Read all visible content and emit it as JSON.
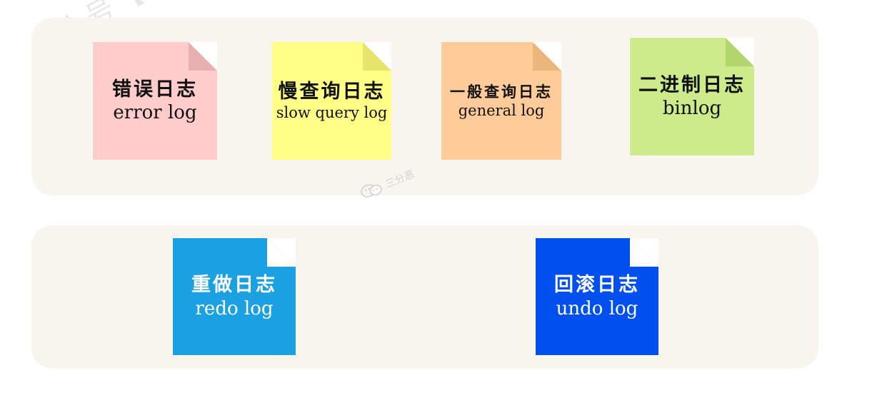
{
  "watermarks": {
    "corner": "公众号【三分恶】出品",
    "center": "三分恶",
    "wechat_icon": "wechat-icon"
  },
  "top_group": {
    "notes": [
      {
        "zh": "错误日志",
        "en": "error log",
        "color": "#ffcccc",
        "fold_color": "#e6b0b0"
      },
      {
        "zh": "慢查询日志",
        "en": "slow query log",
        "color": "#ffff88",
        "fold_color": "#e5e56a"
      },
      {
        "zh": "一般查询日志",
        "en": "general log",
        "color": "#ffcc99",
        "fold_color": "#ebb57c"
      },
      {
        "zh": "二进制日志",
        "en": "binlog",
        "color": "#cdeb8b",
        "fold_color": "#b3d56e"
      }
    ]
  },
  "bottom_group": {
    "notes": [
      {
        "zh": "重做日志",
        "en": "redo log",
        "color": "#1ba1e2",
        "fold_color": "#ffffff"
      },
      {
        "zh": "回滚日志",
        "en": "undo log",
        "color": "#0050ef",
        "fold_color": "#ffffff"
      }
    ]
  }
}
